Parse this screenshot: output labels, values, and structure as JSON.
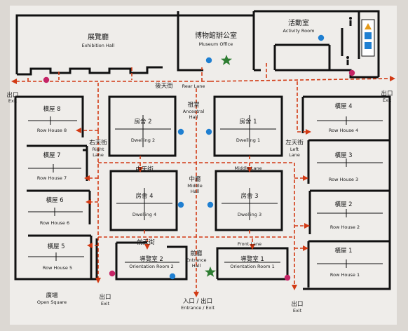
{
  "colors": {
    "wall": "#111111",
    "route": "#d23a14",
    "background": "#efedea",
    "outside": "#dcd8d3",
    "marker_blue": "#1f7fd1",
    "marker_pink": "#c52466",
    "marker_green": "#2e7d32"
  },
  "markers": {
    "blue": "info-point-icon",
    "pink": "emergency-point-icon",
    "green": "you-are-here-star-icon",
    "toilet": "toilet-icon"
  },
  "labels": {
    "exhibition_zh": "展覽廳",
    "exhibition_en": "Exhibition Hall",
    "museum_zh": "博物館辦公室",
    "museum_en": "Museum Office",
    "activity_zh": "活動室",
    "activity_en": "Activity Room",
    "rear_zh": "後天街",
    "rear_en": "Rear Lane",
    "exit_zh": "出口",
    "exit_en": "Exit",
    "ancestral_zh": "祖堂",
    "ancestral_en1": "Ancestral",
    "ancestral_en2": "Hall",
    "dwelling2_zh": "房舍 2",
    "dwelling2_en": "Dwelling 2",
    "dwelling1_zh": "房舍 1",
    "dwelling1_en": "Dwelling 1",
    "dwelling4_zh": "房舍 4",
    "dwelling4_en": "Dwelling 4",
    "dwelling3_zh": "房舍 3",
    "dwelling3_en": "Dwelling 3",
    "right_lane_zh": "右天街",
    "right_lane_en1": "Right",
    "right_lane_en2": "Lane",
    "left_lane_zh": "左天街",
    "left_lane_en1": "Left",
    "left_lane_en2": "Lane",
    "middle_lane_zh": "中天街",
    "middle_lane_en": "Middle Lane",
    "middle_hall_zh": "中廳",
    "middle_hall_en1": "Middle",
    "middle_hall_en2": "Hall",
    "front_lane_zh": "前天街",
    "front_lane_en": "Front Lane",
    "entrance_hall_zh": "前廳",
    "entrance_hall_en1": "Entrance",
    "entrance_hall_en2": "Hall",
    "orient2_zh": "導覽室 2",
    "orient2_en": "Orientation Room 2",
    "orient1_zh": "導覽室 1",
    "orient1_en": "Orientation Room 1",
    "rh8_zh": "橫屋 8",
    "rh8_en": "Row House 8",
    "rh7_zh": "橫屋 7",
    "rh7_en": "Row House 7",
    "rh6_zh": "橫屋 6",
    "rh6_en": "Row House 6",
    "rh5_zh": "橫屋 5",
    "rh5_en": "Row House 5",
    "rh4_zh": "橫屋 4",
    "rh4_en": "Row House 4",
    "rh3_zh": "橫屋 3",
    "rh3_en": "Row House 3",
    "rh2_zh": "橫屋 2",
    "rh2_en": "Row House 2",
    "rh1_zh": "橫屋 1",
    "rh1_en": "Row House 1",
    "square_zh": "廣場",
    "square_en": "Open Square",
    "entrance_zh": "入口 / 出口",
    "entrance_en": "Entrance / Exit"
  }
}
